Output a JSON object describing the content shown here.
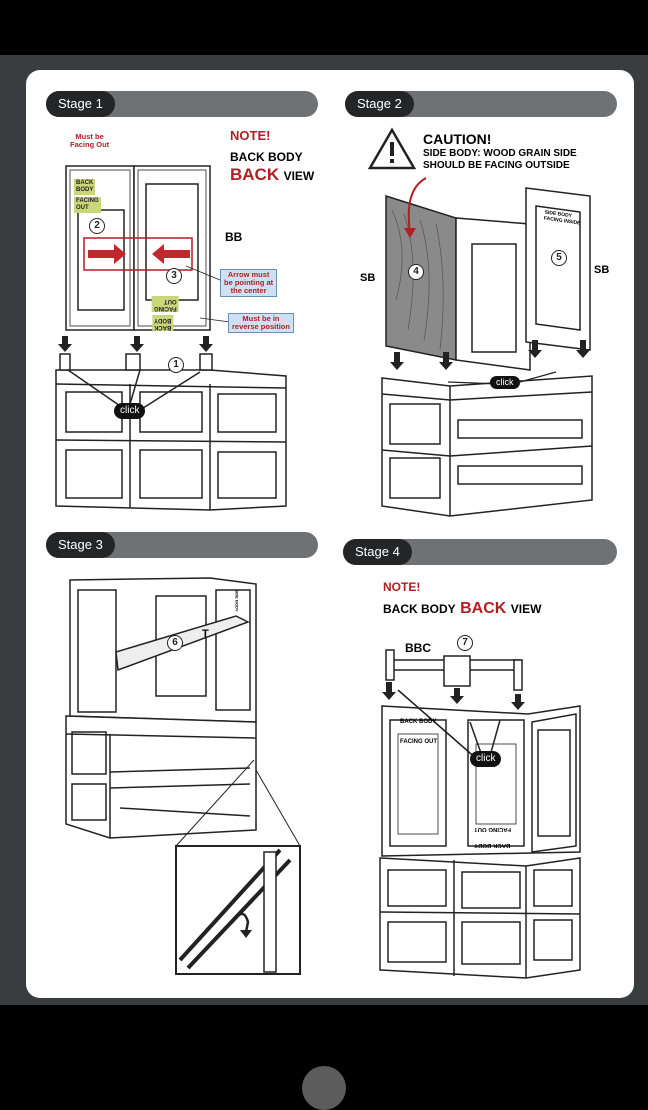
{
  "stages": {
    "stage1": {
      "label": "Stage 1"
    },
    "stage2": {
      "label": "Stage 2"
    },
    "stage3": {
      "label": "Stage 3"
    },
    "stage4": {
      "label": "Stage 4"
    }
  },
  "stage1": {
    "must_be_facing_out": "Must be\nFacing Out",
    "note_title": "NOTE!",
    "back_body_line1": "BACK BODY",
    "back_view_back": "BACK",
    "back_view_view": "VIEW",
    "bb_label": "BB",
    "tag_back_body": "BACK BODY",
    "tag_facing_out": "FACING OUT",
    "tag_facing_out_rev": "FACING OUT",
    "tag_back_body_rev": "BACK BODY",
    "arrow_callout": "Arrow must\nbe pointing at\nthe center",
    "reverse_callout": "Must be in\nreverse position",
    "num_1": "1",
    "num_2": "2",
    "num_3": "3",
    "click": "click"
  },
  "stage2": {
    "caution_title": "CAUTION!",
    "caution_line1": "SIDE BODY: WOOD GRAIN SIDE",
    "caution_line2": "SHOULD BE FACING OUTSIDE",
    "sb_left": "SB",
    "sb_right": "SB",
    "num_4": "4",
    "num_5": "5",
    "side_body_tag": "SIDE BODY\nFACING INSIDE",
    "click": "click"
  },
  "stage3": {
    "num_6": "6",
    "t_label": "T",
    "side_tag": "SIDE BODY"
  },
  "stage4": {
    "note_title": "NOTE!",
    "back_body": "BACK BODY",
    "back_view_back": "BACK",
    "back_view_view": "VIEW",
    "bbc_label": "BBC",
    "num_7": "7",
    "tag_back_body": "BACK BODY",
    "tag_facing_out": "FACING OUT",
    "tag_facing_out_rev": "FACING OUT",
    "tag_back_body_rev": "BACK BODY",
    "click": "click"
  },
  "colors": {
    "accent_red": "#b01f24",
    "stage_pill": "#232526",
    "stage_bar": "#6f7275",
    "callout_fill": "#cfe0f2",
    "tag_fill": "#c9d67a",
    "wood": "#8a8a8a"
  }
}
